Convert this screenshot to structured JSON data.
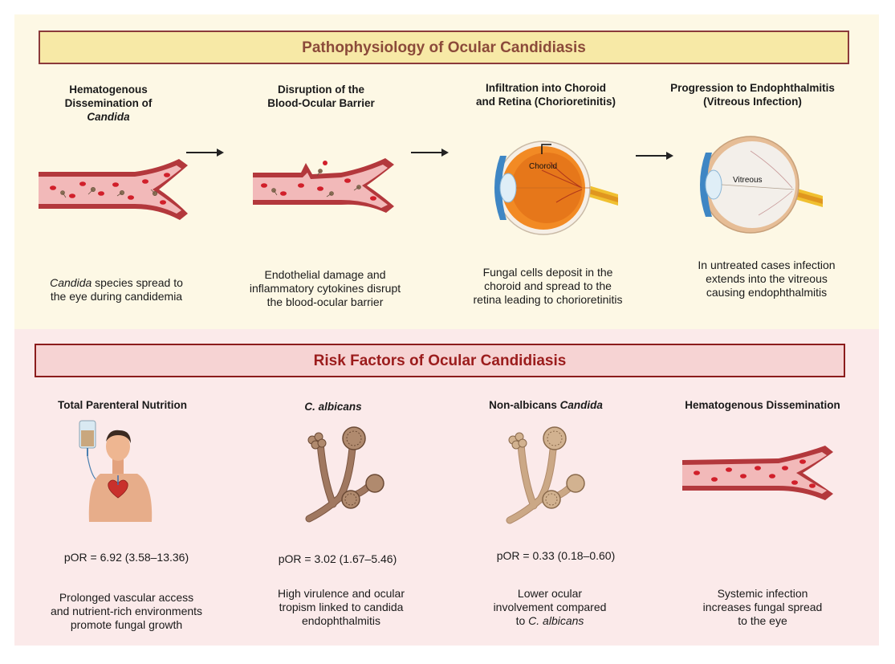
{
  "pathophysiology": {
    "title": "Pathophysiology of Ocular Candidiasis",
    "stages": [
      {
        "title_1": "Hematogenous",
        "title_2a": "Dissemination of ",
        "title_2b": "Candida",
        "desc_1a": "Candida",
        "desc_1b": " species spread to",
        "desc_2": "the eye during candidemia"
      },
      {
        "title_1": "Disruption of the",
        "title_2": "Blood-Ocular Barrier",
        "desc_1": "Endothelial damage and",
        "desc_2": "inflammatory cytokines disrupt",
        "desc_3": "the blood-ocular barrier"
      },
      {
        "title_1": "Infiltration into Choroid",
        "title_2": "and Retina (Chorioretinitis)",
        "label": "Choroid",
        "desc_1": "Fungal cells deposit in the",
        "desc_2": "choroid and spread to the",
        "desc_3": "retina leading to chorioretinitis"
      },
      {
        "title_1": "Progression to Endophthalmitis",
        "title_2": "(Vitreous Infection)",
        "label": "Vitreous",
        "desc_1": "In untreated cases infection",
        "desc_2": "extends into the vitreous",
        "desc_3": "causing endophthalmitis"
      }
    ]
  },
  "risk_factors": {
    "title": "Risk Factors of Ocular Candidiasis",
    "items": [
      {
        "title": "Total Parenteral Nutrition",
        "por": "pOR = 6.92 (3.58–13.36)",
        "desc_1": "Prolonged vascular access",
        "desc_2": "and nutrient-rich environments",
        "desc_3": "promote fungal growth"
      },
      {
        "title": "C. albicans",
        "por": "pOR = 3.02 (1.67–5.46)",
        "desc_1": "High virulence and ocular",
        "desc_2": "tropism linked to candida",
        "desc_3": "endophthalmitis"
      },
      {
        "title_a": "Non-albicans ",
        "title_b": "Candida",
        "por": "pOR = 0.33 (0.18–0.60)",
        "desc_1": "Lower ocular",
        "desc_2": "involvement compared",
        "desc_3a": "to ",
        "desc_3b": "C. albicans"
      },
      {
        "title": "Hematogenous Dissemination",
        "desc_1": "Systemic infection",
        "desc_2": "increases fungal spread",
        "desc_3": "to the eye"
      }
    ]
  },
  "colors": {
    "top_background": "#fdf8e5",
    "bottom_background": "#fbeaea",
    "top_banner": "#f7e9a6",
    "bottom_banner": "#f6d3d3",
    "vessel_wall": "#b3383c",
    "vessel_lumen": "#f2b9b9",
    "rbc": "#d11f2a",
    "fungus": "#a07860"
  }
}
